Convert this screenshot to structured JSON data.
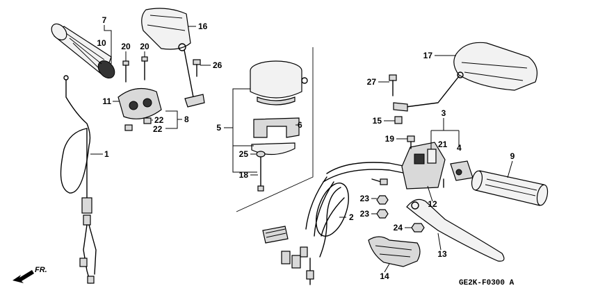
{
  "diagram_code": "GE2K-F0300 A",
  "direction_label": "FR.",
  "callouts": {
    "c1": "1",
    "c2": "2",
    "c3": "3",
    "c4": "4",
    "c5": "5",
    "c6": "6",
    "c7": "7",
    "c8": "8",
    "c9": "9",
    "c10": "10",
    "c11": "11",
    "c12": "12",
    "c13": "13",
    "c14": "14",
    "c15": "15",
    "c16": "16",
    "c17": "17",
    "c18": "18",
    "c19": "19",
    "c20a": "20",
    "c20b": "20",
    "c21": "21",
    "c22a": "22",
    "c22b": "22",
    "c23a": "23",
    "c23b": "23",
    "c24": "24",
    "c25": "25",
    "c26": "26",
    "c27": "27"
  }
}
